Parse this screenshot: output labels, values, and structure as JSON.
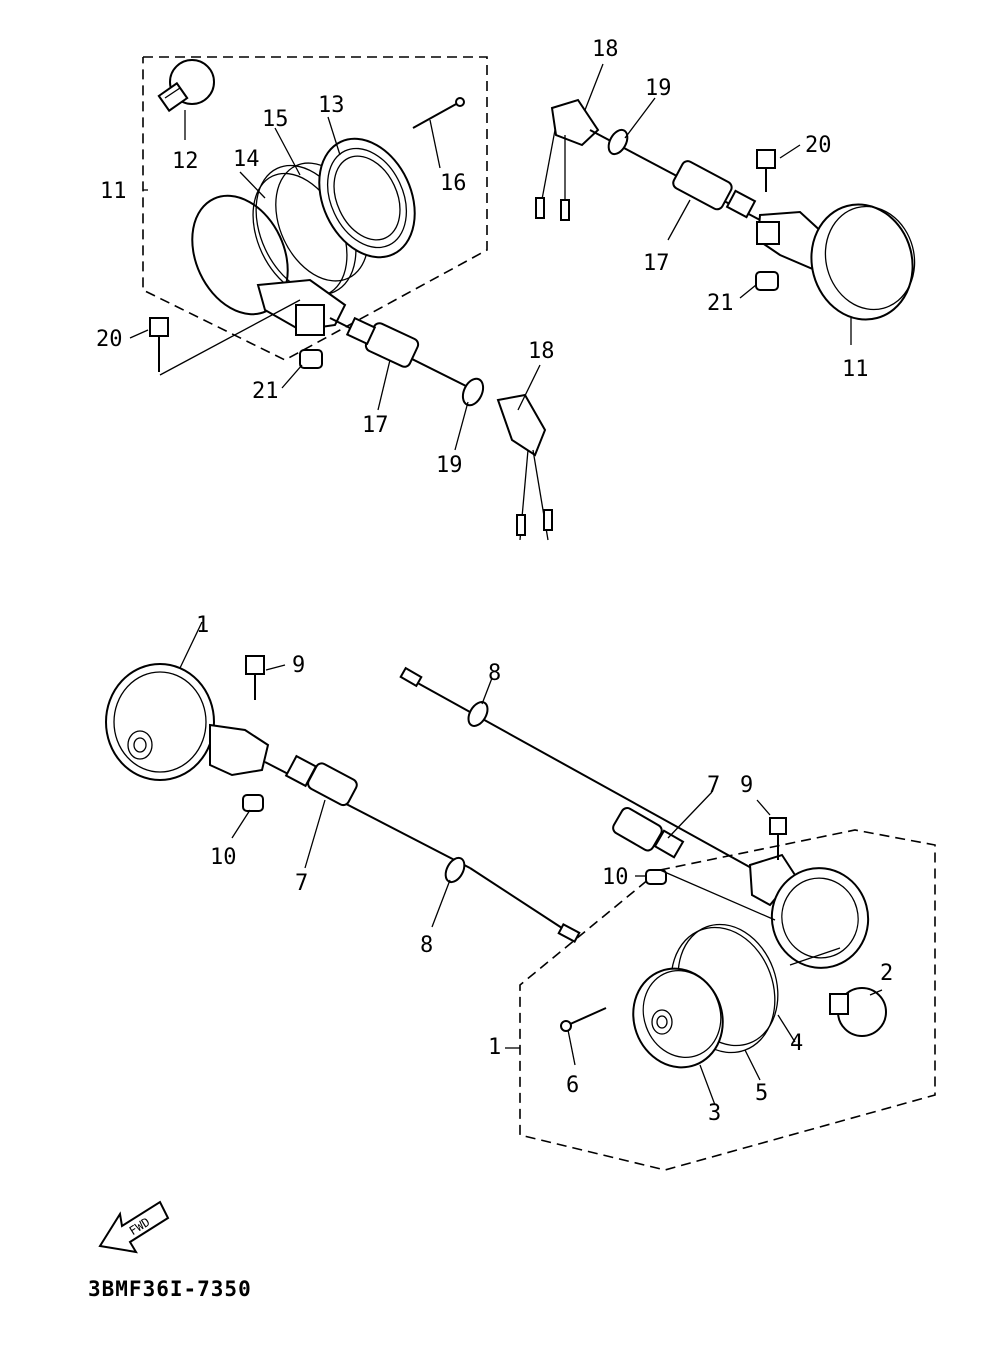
{
  "diagram": {
    "callouts": [
      "1",
      "2",
      "3",
      "4",
      "5",
      "6",
      "7",
      "8",
      "9",
      "10",
      "11",
      "12",
      "13",
      "14",
      "15",
      "16",
      "17",
      "18",
      "19",
      "20",
      "21"
    ],
    "fwd_label": "FWD",
    "diagram_code": "3BMF36I-7350"
  }
}
